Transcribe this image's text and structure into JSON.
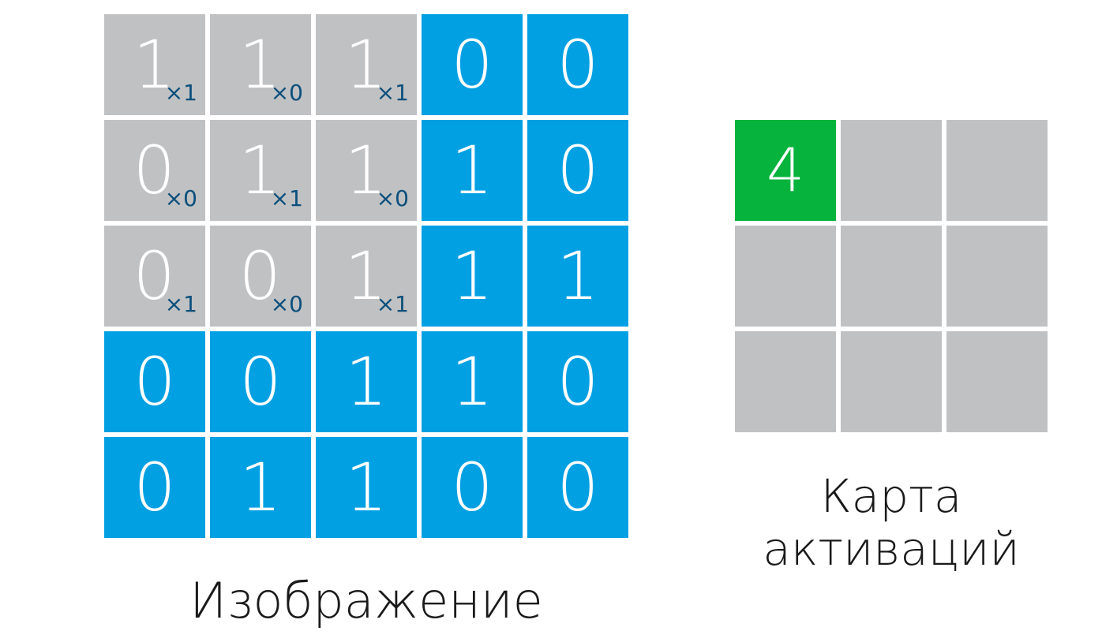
{
  "image": {
    "caption": "Изображение",
    "rows": [
      [
        {
          "value": "1",
          "weight": "×1",
          "highlight": true
        },
        {
          "value": "1",
          "weight": "×0",
          "highlight": true
        },
        {
          "value": "1",
          "weight": "×1",
          "highlight": true
        },
        {
          "value": "0",
          "weight": "",
          "highlight": false
        },
        {
          "value": "0",
          "weight": "",
          "highlight": false
        }
      ],
      [
        {
          "value": "0",
          "weight": "×0",
          "highlight": true
        },
        {
          "value": "1",
          "weight": "×1",
          "highlight": true
        },
        {
          "value": "1",
          "weight": "×0",
          "highlight": true
        },
        {
          "value": "1",
          "weight": "",
          "highlight": false
        },
        {
          "value": "0",
          "weight": "",
          "highlight": false
        }
      ],
      [
        {
          "value": "0",
          "weight": "×1",
          "highlight": true
        },
        {
          "value": "0",
          "weight": "×0",
          "highlight": true
        },
        {
          "value": "1",
          "weight": "×1",
          "highlight": true
        },
        {
          "value": "1",
          "weight": "",
          "highlight": false
        },
        {
          "value": "1",
          "weight": "",
          "highlight": false
        }
      ],
      [
        {
          "value": "0",
          "weight": "",
          "highlight": false
        },
        {
          "value": "0",
          "weight": "",
          "highlight": false
        },
        {
          "value": "1",
          "weight": "",
          "highlight": false
        },
        {
          "value": "1",
          "weight": "",
          "highlight": false
        },
        {
          "value": "0",
          "weight": "",
          "highlight": false
        }
      ],
      [
        {
          "value": "0",
          "weight": "",
          "highlight": false
        },
        {
          "value": "1",
          "weight": "",
          "highlight": false
        },
        {
          "value": "1",
          "weight": "",
          "highlight": false
        },
        {
          "value": "0",
          "weight": "",
          "highlight": false
        },
        {
          "value": "0",
          "weight": "",
          "highlight": false
        }
      ]
    ]
  },
  "activation_map": {
    "caption_line1": "Карта",
    "caption_line2": "активаций",
    "rows": [
      [
        {
          "value": "4",
          "filled": true
        },
        {
          "value": "",
          "filled": false
        },
        {
          "value": "",
          "filled": false
        }
      ],
      [
        {
          "value": "",
          "filled": false
        },
        {
          "value": "",
          "filled": false
        },
        {
          "value": "",
          "filled": false
        }
      ],
      [
        {
          "value": "",
          "filled": false
        },
        {
          "value": "",
          "filled": false
        },
        {
          "value": "",
          "filled": false
        }
      ]
    ]
  },
  "colors": {
    "image_cell": "#00a0e3",
    "kernel_window": "#c0c1c3",
    "activation_filled": "#06b33c",
    "activation_empty": "#c0c1c3",
    "weight_text": "#0b4f7c"
  }
}
